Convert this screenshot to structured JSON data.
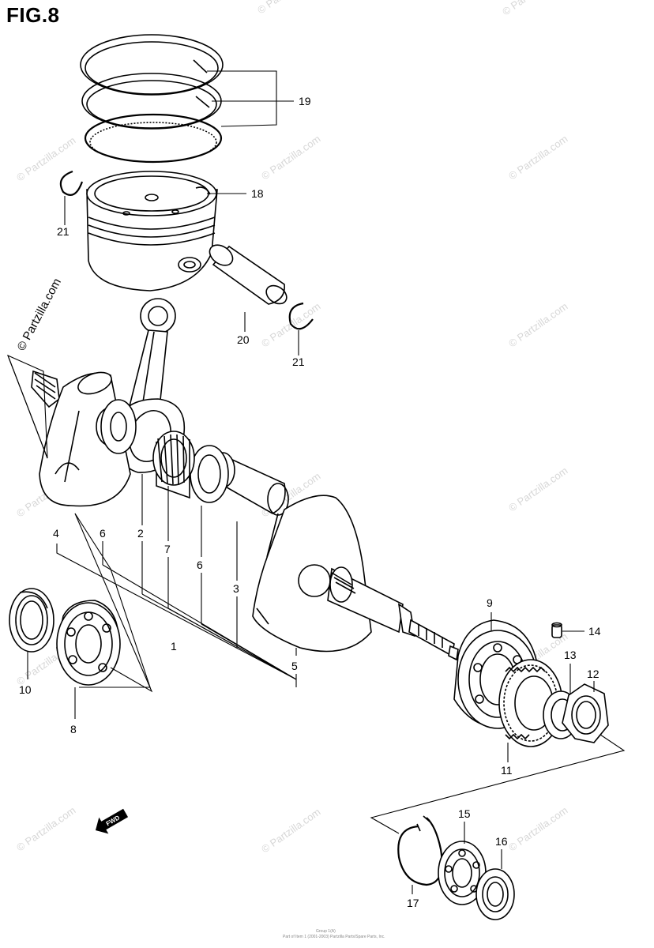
{
  "figure": {
    "title": "FIG.8"
  },
  "watermark": {
    "text": "© Partzilla.com",
    "side_text": "© Partzilla.com"
  },
  "direction_marker": {
    "label": "FWD",
    "icon": "forward-arrow-icon"
  },
  "footer": {
    "line1": "Group 1(A)",
    "line2": "Part of Item 1 (2001-2003) Partzilla Parts/Spare Parts, Inc."
  },
  "callouts": {
    "c1": "1",
    "c2": "2",
    "c3": "3",
    "c4": "4",
    "c5": "5",
    "c6a": "6",
    "c6b": "6",
    "c7": "7",
    "c8": "8",
    "c9": "9",
    "c10": "10",
    "c11": "11",
    "c12": "12",
    "c13": "13",
    "c14": "14",
    "c15": "15",
    "c16": "16",
    "c17": "17",
    "c18": "18",
    "c19": "19",
    "c20": "20",
    "c21a": "21",
    "c21b": "21"
  }
}
